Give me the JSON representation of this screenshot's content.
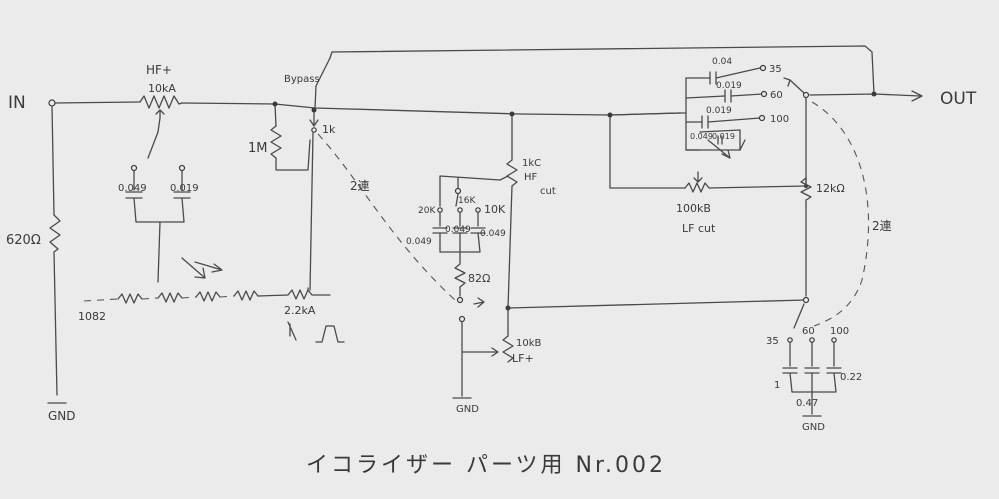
{
  "labels": {
    "in": "IN",
    "out": "OUT",
    "hf_boost": "HF+",
    "hf_boost_pot": "10kA",
    "bypass": "Bypass",
    "r_input": "620Ω",
    "gnd_left": "GND",
    "r_1m": "1M",
    "sw_1k": "1k",
    "sw_2_1": "2連",
    "cap_1a": "0.049",
    "cap_1b": "0.019",
    "r_1082": "1082",
    "pot_22k": "2.2kA",
    "hf_cut_pot": "1kC",
    "hf_cut": "HF",
    "hf_cut_2": "cut",
    "r_20k": "20K",
    "r_16k": "16K",
    "r_10k": "10K",
    "cap_2a": "0.049",
    "cap_2b": "0.049",
    "cap_2c": "0.049",
    "r_82": "82Ω",
    "lf_boost_pot": "10kB",
    "lf_boost": "LF+",
    "gnd_mid": "GND",
    "cap_3a": "0.04",
    "cap_3b": "0.019",
    "cap_3c": "0.019",
    "cap_3d": "0.049",
    "cap_3e": "0.019",
    "sw_35": "35",
    "sw_60": "60",
    "sw_100": "100",
    "lf_cut_pot": "100kB",
    "lf_cut": "LF cut",
    "r_12k": "12kΩ",
    "sw_2_2": "2連",
    "sw2_35": "35",
    "sw2_60": "60",
    "sw2_100": "100",
    "cap_4a": "1",
    "cap_4b": "0.47",
    "cap_4c": "0.22",
    "gnd_right": "GND",
    "title": "イコライザー パーツ用 Nr.002"
  }
}
